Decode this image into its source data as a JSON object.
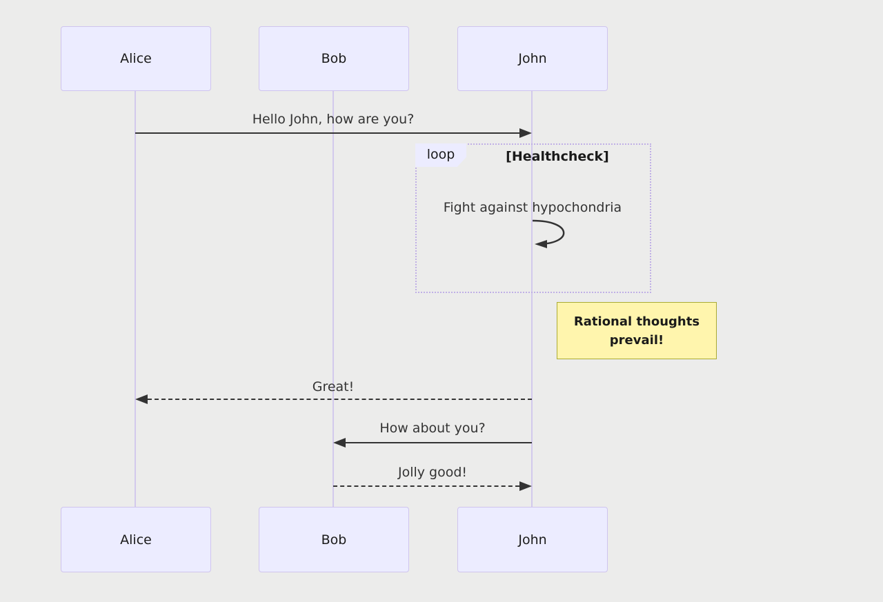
{
  "diagram": {
    "type": "sequence",
    "actors": [
      {
        "name": "Alice"
      },
      {
        "name": "Bob"
      },
      {
        "name": "John"
      }
    ],
    "messages": [
      {
        "from": "Alice",
        "to": "John",
        "text": "Hello John, how are you?",
        "style": "solid"
      },
      {
        "from": "John",
        "to": "John",
        "text": "Fight against hypochondria",
        "style": "self"
      },
      {
        "from": "John",
        "to": "Alice",
        "text": "Great!",
        "style": "dashed"
      },
      {
        "from": "John",
        "to": "Bob",
        "text": "How about you?",
        "style": "solid"
      },
      {
        "from": "Bob",
        "to": "John",
        "text": "Jolly good!",
        "style": "dashed"
      }
    ],
    "loop": {
      "label": "loop",
      "condition": "[Healthcheck]"
    },
    "note": {
      "attached_to": "John",
      "text": "Rational thoughts prevail!"
    }
  },
  "colors": {
    "background": "#ECECEB",
    "actor_fill": "#ECECFF",
    "actor_border": "#CFC4EE",
    "lifeline": "#D2C9EC",
    "loop_border": "#C0AFE6",
    "note_fill": "#FFF5AD",
    "note_border": "#AAAA33",
    "arrow": "#333333",
    "text": "#1a1a1a"
  }
}
